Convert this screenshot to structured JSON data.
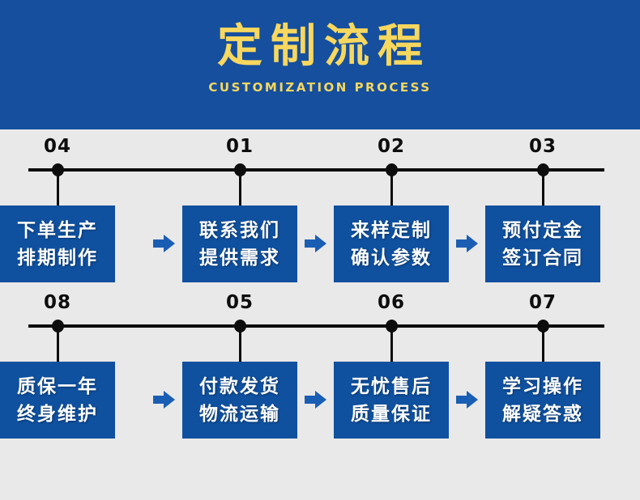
{
  "header": {
    "title": "定制流程",
    "subtitle": "CUSTOMIZATION PROCESS"
  },
  "steps": [
    {
      "number": "01",
      "line1": "联系我们",
      "line2": "提供需求"
    },
    {
      "number": "02",
      "line1": "来样定制",
      "line2": "确认参数"
    },
    {
      "number": "03",
      "line1": "预付定金",
      "line2": "签订合同"
    },
    {
      "number": "04",
      "line1": "下单生产",
      "line2": "排期制作"
    },
    {
      "number": "05",
      "line1": "付款发货",
      "line2": "物流运输"
    },
    {
      "number": "06",
      "line1": "无忧售后",
      "line2": "质量保证"
    },
    {
      "number": "07",
      "line1": "学习操作",
      "line2": "解疑答惑"
    },
    {
      "number": "08",
      "line1": "质保一年",
      "line2": "终身维护"
    }
  ],
  "icons": {
    "arrow": "right-arrow-icon"
  },
  "colors": {
    "header_bg": "#154F9E",
    "box_bg": "#0F509F",
    "arrow_blue": "#1A5EB4",
    "title_yellow": "#F7D75E",
    "body_bg": "#E9E9E9",
    "timeline_black": "#0D0D0D",
    "box_text": "#FFFFFF"
  }
}
